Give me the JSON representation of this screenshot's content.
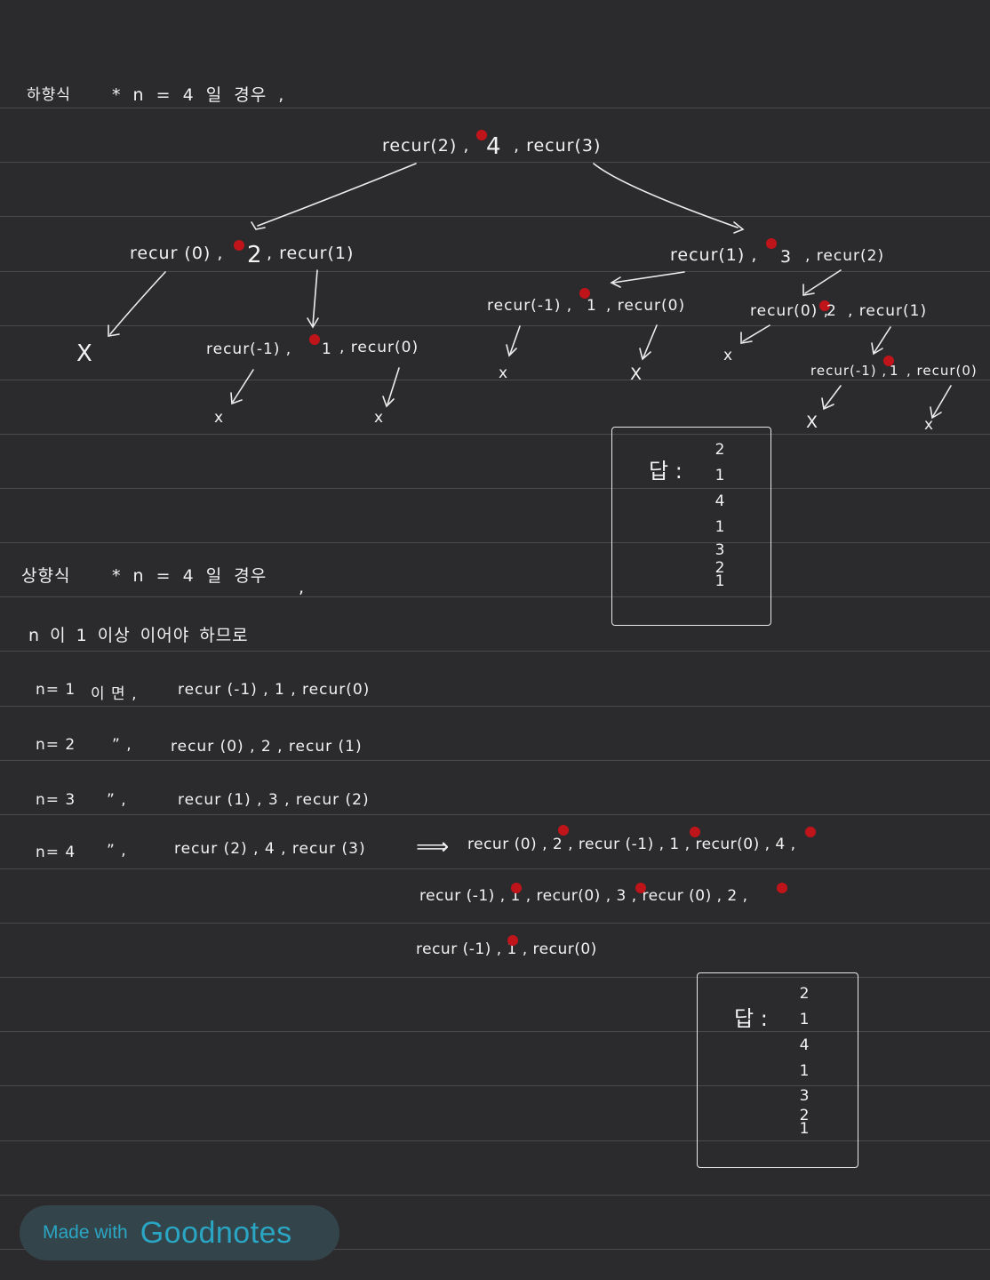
{
  "notes": {
    "top_down": {
      "heading": "하향식",
      "condition": "* n = 4 일 경우 ,",
      "root": {
        "left": "recur(2) ,",
        "value": "4",
        "right": ", recur(3)"
      },
      "level1_left": {
        "left": "recur (0) ,",
        "value": "2",
        "right": ", recur(1)"
      },
      "level1_right": {
        "left": "recur(1) ,",
        "value": "3",
        "right": ", recur(2)"
      },
      "level2_a": {
        "left": "recur(-1) ,",
        "value": "1",
        "right": ", recur(0)"
      },
      "level2_b": {
        "left": "recur(-1) ,",
        "value": "1",
        "right": ", recur(0)"
      },
      "level2_c": {
        "left": "recur(0) ,",
        "value": "2",
        "right": ", recur(1)"
      },
      "level3": {
        "left": "recur(-1) ,",
        "value": "1",
        "right": ", recur(0)"
      },
      "x": "X",
      "x_small": "x",
      "answer_label": "답 :",
      "answer": [
        "2",
        "1",
        "4",
        "1",
        "3",
        "2",
        "1"
      ]
    },
    "bottom_up": {
      "heading": "상향식",
      "condition": "* n = 4 일 경우",
      "stray_comma": ",",
      "premise": "n 이   1  이상 이어야   하므로",
      "rows": [
        {
          "n": "n= 1",
          "cond": "이 면 ,",
          "expr": "recur (-1) , 1 , recur(0)"
        },
        {
          "n": "n= 2",
          "cond": "”   ,",
          "expr": "recur (0) , 2 , recur (1)"
        },
        {
          "n": "n= 3",
          "cond": "”   ,",
          "expr": "recur (1) , 3 , recur (2)"
        },
        {
          "n": "n= 4",
          "cond": "”   ,",
          "expr": "recur (2) , 4 , recur (3)"
        }
      ],
      "arrow": "⟹",
      "expand_line1": "recur (0) , 2 , recur (-1) , 1 , recur(0) , 4 ,",
      "expand_line2": "recur (-1) , 1 , recur(0) , 3 , recur (0) , 2 ,",
      "expand_line3": "recur (-1) , 1 , recur(0)",
      "answer_label": "답 :",
      "answer": [
        "2",
        "1",
        "4",
        "1",
        "3",
        "2",
        "1"
      ]
    }
  },
  "badge": {
    "made_with": "Made with",
    "brand": "Goodnotes"
  }
}
